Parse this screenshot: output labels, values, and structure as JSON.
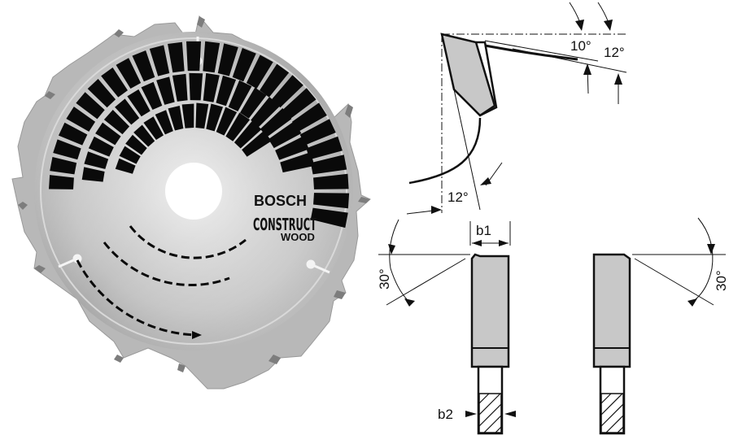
{
  "blade": {
    "brand": "BOSCH",
    "product_line_1": "CONSTRUCT",
    "product_line_2": "WOOD",
    "teeth_count": 12,
    "colors": {
      "body": "#bdbdbd",
      "disc_light": "#e4e4e4",
      "disc_dark": "#a8a8a8",
      "slots": "#0a0a0a",
      "teeth": "#b3b3b3"
    }
  },
  "tooth_profile": {
    "hook_angle_label": "10°",
    "clearance_angle_top_label": "12°",
    "clearance_angle_bottom_label": "12°"
  },
  "tooth_cross_sections": {
    "left": {
      "bevel_angle_label": "30°",
      "tooth_width_label": "b1",
      "plate_thickness_label": "b2"
    },
    "right": {
      "bevel_angle_label": "30°"
    },
    "colors": {
      "tip_fill": "#c8c8c8",
      "outline": "#111111"
    }
  }
}
